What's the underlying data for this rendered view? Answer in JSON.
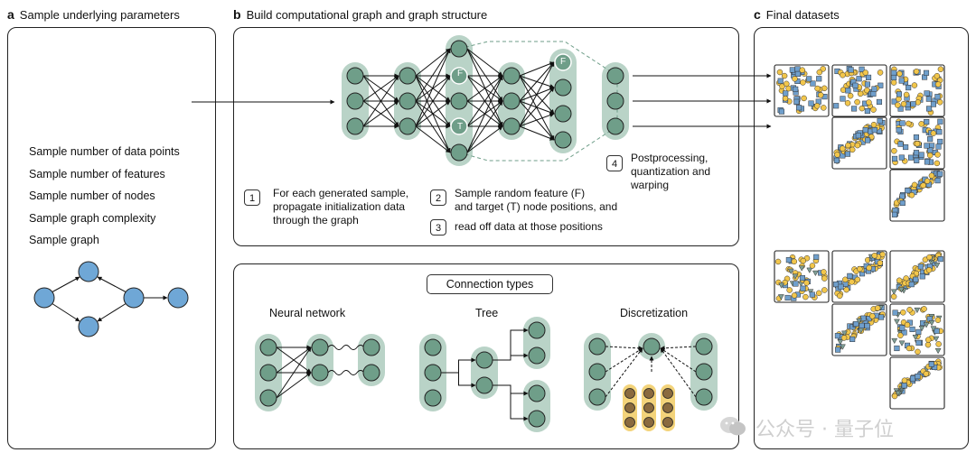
{
  "panels": {
    "a": {
      "letter": "a",
      "title": "Sample underlying parameters"
    },
    "b": {
      "letter": "b",
      "title": "Build computational graph and graph structure"
    },
    "c": {
      "letter": "c",
      "title": "Final datasets"
    }
  },
  "parameters": [
    "Sample number of data points",
    "Sample number of features",
    "Sample number of nodes",
    "Sample graph complexity",
    "Sample graph"
  ],
  "node_labels": {
    "feature": "F",
    "target": "T"
  },
  "steps": [
    {
      "num": "1",
      "lines": [
        "For each generated sample,",
        "propagate initialization data",
        "through the graph"
      ]
    },
    {
      "num": "2",
      "lines": [
        "Sample random feature (F)",
        "and target (T) node positions, and"
      ]
    },
    {
      "num": "3",
      "lines": [
        "read off data at those positions"
      ]
    },
    {
      "num": "4",
      "lines": [
        "Postprocessing,",
        "quantization and",
        "warping"
      ]
    }
  ],
  "connection_types": {
    "title": "Connection types",
    "items": [
      "Neural network",
      "Tree",
      "Discretization"
    ]
  },
  "watermark": "公众号 · 量子位",
  "colors": {
    "node_fill": "#6f9e89",
    "node_bg": "#b9d3c7",
    "graph_node": "#6fa7d6",
    "discrete_bg": "#f3d37a",
    "discrete_node": "#8a6a3e",
    "scatter_yellow": "#f2c64b",
    "scatter_blue": "#6f9fcc"
  }
}
